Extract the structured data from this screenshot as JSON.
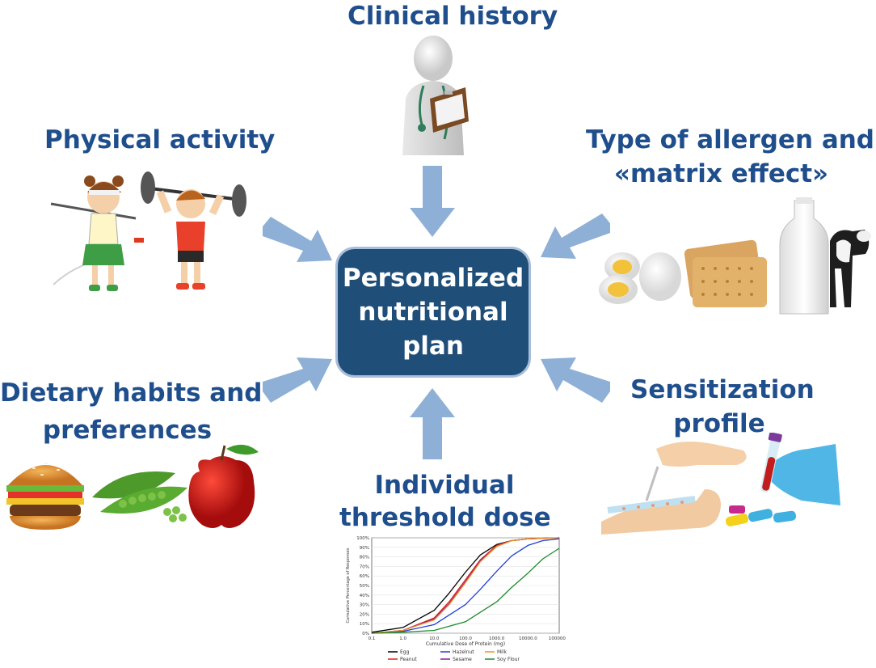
{
  "center": {
    "lines": [
      "Personalized",
      "nutritional",
      "plan"
    ]
  },
  "factors": {
    "clinical_history": "Clinical history",
    "physical_activity": "Physical activity",
    "allergen_line1": "Type of allergen and",
    "allergen_line2": "«matrix effect»",
    "dietary_line1": "Dietary habits and",
    "dietary_line2": "preferences",
    "sensitization_line1": "Sensitization",
    "sensitization_line2": "profile",
    "threshold_line1": "Individual",
    "threshold_line2": "threshold dose"
  },
  "colors": {
    "title": "#1f4e8c",
    "box": "#1f4e79",
    "arrow": "#8fb0d6"
  },
  "chart_data": {
    "type": "line",
    "xlabel": "Cumulative Dose of Protein (mg)",
    "ylabel": "Cumulative Percentage of Responses",
    "xscale": "log",
    "xlim": [
      0.1,
      100000
    ],
    "ylim": [
      0,
      100
    ],
    "x_tick_labels": [
      "0.1",
      "1.0",
      "10.0",
      "100.0",
      "1000.0",
      "10000.0",
      "100000.0"
    ],
    "y_tick_labels": [
      "0%",
      "10%",
      "20%",
      "30%",
      "40%",
      "50%",
      "60%",
      "70%",
      "80%",
      "90%",
      "100%"
    ],
    "legend": {
      "placement": "bottom"
    },
    "series": [
      {
        "name": "Egg",
        "color": "#000000",
        "x": [
          0.1,
          1,
          10,
          30,
          100,
          300,
          1000,
          3000,
          10000,
          100000
        ],
        "y": [
          1,
          6,
          24,
          42,
          64,
          82,
          93,
          97,
          99,
          100
        ]
      },
      {
        "name": "Peanut",
        "color": "#e0201b",
        "x": [
          0.1,
          1,
          10,
          30,
          100,
          300,
          1000,
          3000,
          10000,
          100000
        ],
        "y": [
          0,
          3,
          16,
          33,
          56,
          77,
          92,
          97,
          99,
          100
        ]
      },
      {
        "name": "Hazelnut",
        "color": "#1f3fd8",
        "x": [
          0.1,
          1,
          10,
          100,
          300,
          1000,
          3000,
          10000,
          30000,
          100000
        ],
        "y": [
          0,
          2,
          9,
          30,
          46,
          65,
          81,
          92,
          97,
          99
        ]
      },
      {
        "name": "Sesame",
        "color": "#8a1a9b",
        "x": [
          0.1,
          1,
          10,
          30,
          100,
          300,
          1000,
          3000,
          10000,
          100000
        ],
        "y": [
          0,
          3,
          15,
          31,
          54,
          76,
          91,
          97,
          99,
          100
        ]
      },
      {
        "name": "Milk",
        "color": "#f0901e",
        "x": [
          0.1,
          1,
          10,
          30,
          100,
          300,
          1000,
          3000,
          10000,
          100000
        ],
        "y": [
          0,
          3,
          14,
          30,
          53,
          75,
          91,
          97,
          99,
          100
        ]
      },
      {
        "name": "Soy Flour",
        "color": "#1e8a2e",
        "x": [
          0.1,
          1,
          10,
          100,
          1000,
          3000,
          10000,
          30000,
          100000
        ],
        "y": [
          0,
          1,
          3,
          12,
          33,
          48,
          63,
          78,
          89
        ]
      }
    ]
  }
}
